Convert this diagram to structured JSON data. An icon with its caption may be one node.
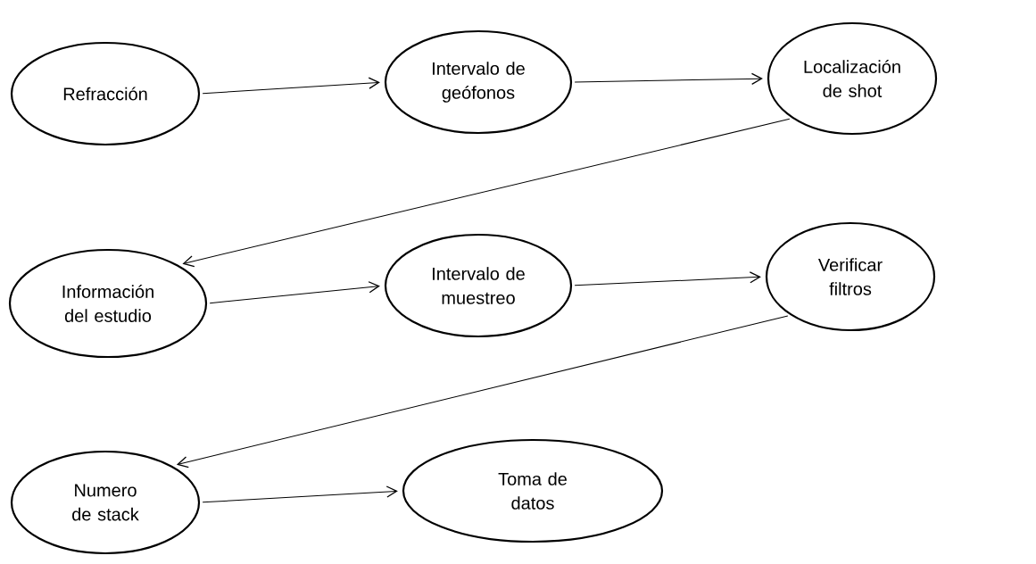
{
  "diagram": {
    "nodes": [
      {
        "text": [
          "Refracción"
        ]
      },
      {
        "text": [
          "Intervalo de geófonos"
        ]
      },
      {
        "text": [
          "Localización de shot"
        ]
      },
      {
        "text": [
          "Información del estudio"
        ]
      },
      {
        "text": [
          "Intervalo de muestreo"
        ]
      },
      {
        "text": [
          "Verificar filtros"
        ]
      },
      {
        "text": [
          "Numero de stack"
        ]
      },
      {
        "text": [
          "Toma de datos"
        ]
      }
    ],
    "edges": [
      {
        "from": 0,
        "to": 1,
        "arrow": "to"
      },
      {
        "from": 1,
        "to": 2,
        "arrow": "to"
      },
      {
        "from": 2,
        "to": 3,
        "arrow": "to"
      },
      {
        "from": 3,
        "to": 4,
        "arrow": "to"
      },
      {
        "from": 4,
        "to": 5,
        "arrow": "to"
      },
      {
        "from": 5,
        "to": 6,
        "arrow": "to"
      },
      {
        "from": 6,
        "to": 7,
        "arrow": "to"
      }
    ]
  }
}
